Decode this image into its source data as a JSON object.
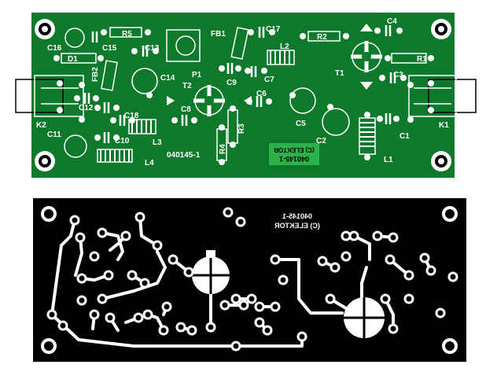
{
  "board_top": {
    "labels": {
      "R5": "R5",
      "FB1": "FB1",
      "C17": "C17",
      "C4": "C4",
      "R2": "R2",
      "C16": "C16",
      "C15": "C15",
      "C13": "C13",
      "L2": "L2",
      "R1": "R1",
      "D1": "D1",
      "FB2": "FB2",
      "C14": "C14",
      "P1": "P1",
      "C9": "C9",
      "C7": "C7",
      "T1": "T1",
      "C3": "C3",
      "T2": "T2",
      "C6": "C6",
      "C12": "C12",
      "C18": "C18",
      "C8": "C8",
      "R3": "R3",
      "C5": "C5",
      "K2": "K2",
      "K1": "K1",
      "C11": "C11",
      "C10": "C10",
      "L3": "L3",
      "R4": "R4",
      "C2": "C2",
      "C1": "C1",
      "L4": "L4",
      "L1": "L1"
    },
    "board_number": "040145-1",
    "mirror_tag_line1": "040145-1",
    "mirror_tag_line2": "(C) ELEKTOR"
  },
  "board_bottom": {
    "mirror_tag_line1": "040145-1",
    "mirror_tag_line2": "(C) ELEKTOR"
  },
  "colors": {
    "pcb_green": "#0d7a2b",
    "pcb_dark": "#0a5e22",
    "silk_white": "#ffffff",
    "tag_green": "#2bb24a",
    "copper_black": "#000000"
  }
}
